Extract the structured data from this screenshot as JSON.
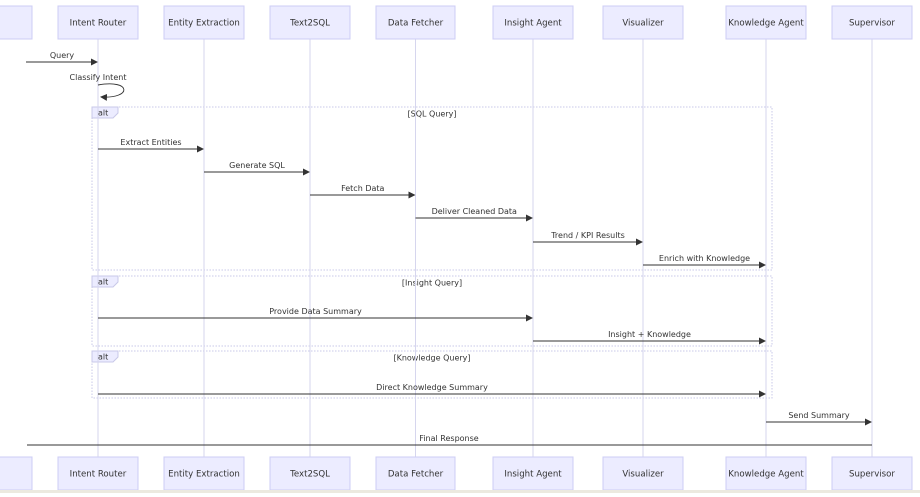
{
  "participants": [
    {
      "id": "user",
      "label": ""
    },
    {
      "id": "router",
      "label": "Intent Router"
    },
    {
      "id": "extract",
      "label": "Entity Extraction"
    },
    {
      "id": "t2s",
      "label": "Text2SQL"
    },
    {
      "id": "fetch",
      "label": "Data Fetcher"
    },
    {
      "id": "insight",
      "label": "Insight Agent"
    },
    {
      "id": "viz",
      "label": "Visualizer"
    },
    {
      "id": "know",
      "label": "Knowledge Agent"
    },
    {
      "id": "sup",
      "label": "Supervisor"
    }
  ],
  "messages": [
    {
      "from": "user",
      "to": "router",
      "label": "Query"
    },
    {
      "from": "router",
      "to": "router",
      "label": "Classify Intent"
    },
    {
      "from": "router",
      "to": "extract",
      "label": "Extract Entities"
    },
    {
      "from": "extract",
      "to": "t2s",
      "label": "Generate SQL"
    },
    {
      "from": "t2s",
      "to": "fetch",
      "label": "Fetch Data"
    },
    {
      "from": "fetch",
      "to": "insight",
      "label": "Deliver Cleaned Data"
    },
    {
      "from": "insight",
      "to": "viz",
      "label": "Trend / KPI Results"
    },
    {
      "from": "viz",
      "to": "know",
      "label": "Enrich with Knowledge"
    },
    {
      "from": "router",
      "to": "insight",
      "label": "Provide Data Summary"
    },
    {
      "from": "insight",
      "to": "know",
      "label": "Insight + Knowledge"
    },
    {
      "from": "router",
      "to": "know",
      "label": "Direct Knowledge Summary"
    },
    {
      "from": "know",
      "to": "sup",
      "label": "Send Summary"
    },
    {
      "from": "sup",
      "to": "user",
      "label": "Final Response"
    }
  ],
  "fragments": [
    {
      "keyword": "alt",
      "condition": "[SQL Query]"
    },
    {
      "keyword": "alt",
      "condition": "[Insight Query]"
    },
    {
      "keyword": "alt",
      "condition": "[Knowledge Query]"
    }
  ]
}
